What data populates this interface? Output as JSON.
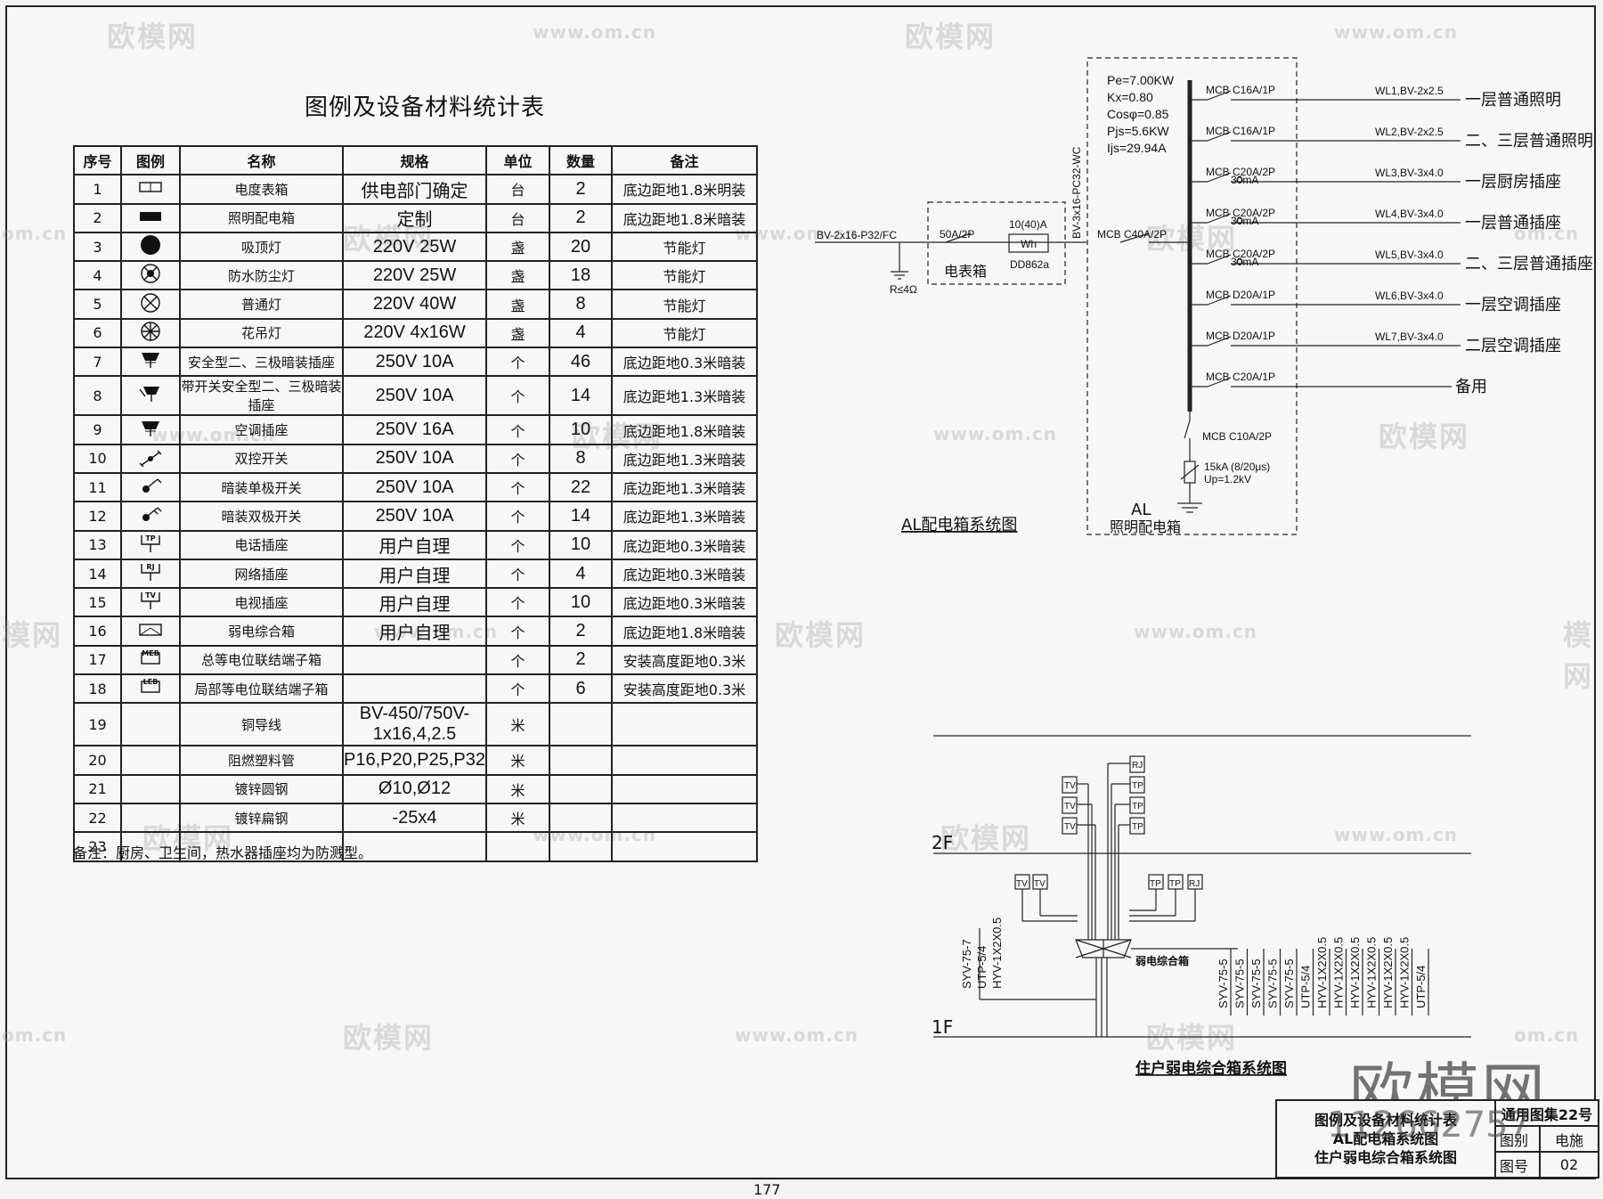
{
  "legend_table": {
    "title": "图例及设备材料统计表",
    "headers": [
      "序号",
      "图例",
      "名称",
      "规格",
      "单位",
      "数量",
      "备注"
    ],
    "rows": [
      {
        "no": "1",
        "icon": "meter-box-icon",
        "name": "电度表箱",
        "spec": "供电部门确定",
        "unit": "台",
        "qty": "2",
        "remark": "底边距地1.8米明装"
      },
      {
        "no": "2",
        "icon": "lighting-distribution-box-icon",
        "name": "照明配电箱",
        "spec": "定制",
        "unit": "台",
        "qty": "2",
        "remark": "底边距地1.8米暗装"
      },
      {
        "no": "3",
        "icon": "ceiling-lamp-icon",
        "name": "吸顶灯",
        "spec": "220V 25W",
        "unit": "盏",
        "qty": "20",
        "remark": "节能灯"
      },
      {
        "no": "4",
        "icon": "waterproof-lamp-icon",
        "name": "防水防尘灯",
        "spec": "220V 25W",
        "unit": "盏",
        "qty": "18",
        "remark": "节能灯"
      },
      {
        "no": "5",
        "icon": "ordinary-lamp-icon",
        "name": "普通灯",
        "spec": "220V 40W",
        "unit": "盏",
        "qty": "8",
        "remark": "节能灯"
      },
      {
        "no": "6",
        "icon": "chandelier-icon",
        "name": "花吊灯",
        "spec": "220V 4x16W",
        "unit": "盏",
        "qty": "4",
        "remark": "节能灯"
      },
      {
        "no": "7",
        "icon": "socket-icon",
        "name": "安全型二、三极暗装插座",
        "spec": "250V 10A",
        "unit": "个",
        "qty": "46",
        "remark": "底边距地0.3米暗装"
      },
      {
        "no": "8",
        "icon": "switched-socket-icon",
        "name": "带开关安全型二、三极暗装插座",
        "spec": "250V 10A",
        "unit": "个",
        "qty": "14",
        "remark": "底边距地1.3米暗装"
      },
      {
        "no": "9",
        "icon": "ac-socket-icon",
        "name": "空调插座",
        "spec": "250V 16A",
        "unit": "个",
        "qty": "10",
        "remark": "底边距地1.8米暗装"
      },
      {
        "no": "10",
        "icon": "two-way-switch-icon",
        "name": "双控开关",
        "spec": "250V 10A",
        "unit": "个",
        "qty": "8",
        "remark": "底边距地1.3米暗装"
      },
      {
        "no": "11",
        "icon": "single-switch-icon",
        "name": "暗装单极开关",
        "spec": "250V 10A",
        "unit": "个",
        "qty": "22",
        "remark": "底边距地1.3米暗装"
      },
      {
        "no": "12",
        "icon": "double-switch-icon",
        "name": "暗装双极开关",
        "spec": "250V 10A",
        "unit": "个",
        "qty": "14",
        "remark": "底边距地1.3米暗装"
      },
      {
        "no": "13",
        "icon": "phone-socket-icon",
        "icon_text": "TP",
        "name": "电话插座",
        "spec": "用户自理",
        "unit": "个",
        "qty": "10",
        "remark": "底边距地0.3米暗装"
      },
      {
        "no": "14",
        "icon": "network-socket-icon",
        "icon_text": "RJ",
        "name": "网络插座",
        "spec": "用户自理",
        "unit": "个",
        "qty": "4",
        "remark": "底边距地0.3米暗装"
      },
      {
        "no": "15",
        "icon": "tv-socket-icon",
        "icon_text": "TV",
        "name": "电视插座",
        "spec": "用户自理",
        "unit": "个",
        "qty": "10",
        "remark": "底边距地0.3米暗装"
      },
      {
        "no": "16",
        "icon": "weak-current-box-icon",
        "name": "弱电综合箱",
        "spec": "用户自理",
        "unit": "个",
        "qty": "2",
        "remark": "底边距地1.8米暗装"
      },
      {
        "no": "17",
        "icon": "meb-terminal-box-icon",
        "icon_text": "MEB",
        "name": "总等电位联结端子箱",
        "spec": "",
        "unit": "个",
        "qty": "2",
        "remark": "安装高度距地0.3米"
      },
      {
        "no": "18",
        "icon": "leb-terminal-box-icon",
        "icon_text": "LEB",
        "name": "局部等电位联结端子箱",
        "spec": "",
        "unit": "个",
        "qty": "6",
        "remark": "安装高度距地0.3米"
      },
      {
        "no": "19",
        "icon": "",
        "name": "铜导线",
        "spec": "BV-450/750V-1x16,4,2.5",
        "unit": "米",
        "qty": "",
        "remark": ""
      },
      {
        "no": "20",
        "icon": "",
        "name": "阻燃塑料管",
        "spec": "P16,P20,P25,P32",
        "unit": "米",
        "qty": "",
        "remark": ""
      },
      {
        "no": "21",
        "icon": "",
        "name": "镀锌圆钢",
        "spec": "Ø10,Ø12",
        "unit": "米",
        "qty": "",
        "remark": ""
      },
      {
        "no": "22",
        "icon": "",
        "name": "镀锌扁钢",
        "spec": "-25x4",
        "unit": "米",
        "qty": "",
        "remark": ""
      },
      {
        "no": "23",
        "icon": "",
        "name": "",
        "spec": "",
        "unit": "",
        "qty": "",
        "remark": ""
      }
    ],
    "note": "备注：厨房、卫生间，热水器插座均为防溅型。"
  },
  "al_diagram": {
    "title": "AL配电箱系统图",
    "incoming_cable": "BV-2x16-P32/FC",
    "ground": "R≤4Ω",
    "meter_breaker": "50A/2P",
    "meter_rating": "10(40)A",
    "meter_symbol": "Wh",
    "meter_model": "DD862a",
    "meter_box_label": "电表箱",
    "riser_cable": "BV-3x16-PC32-WC",
    "main_breaker": "MCB C40A/2P",
    "load_params": [
      "Pe=7.00KW",
      "Kx=0.80",
      "Cosφ=0.85",
      "Pjs=5.6KW",
      "Ijs=29.94A"
    ],
    "circuits": [
      {
        "breaker": "MCB C16A/1P",
        "rcd": "",
        "cable": "WL1,BV-2x2.5",
        "load": "一层普通照明"
      },
      {
        "breaker": "MCB C16A/1P",
        "rcd": "",
        "cable": "WL2,BV-2x2.5",
        "load": "二、三层普通照明"
      },
      {
        "breaker": "MCB C20A/2P",
        "rcd": "30mA",
        "cable": "WL3,BV-3x4.0",
        "load": "一层厨房插座"
      },
      {
        "breaker": "MCB C20A/2P",
        "rcd": "30mA",
        "cable": "WL4,BV-3x4.0",
        "load": "一层普通插座"
      },
      {
        "breaker": "MCB C20A/2P",
        "rcd": "30mA",
        "cable": "WL5,BV-3x4.0",
        "load": "二、三层普通插座"
      },
      {
        "breaker": "MCB D20A/1P",
        "rcd": "",
        "cable": "WL6,BV-3x4.0",
        "load": "一层空调插座"
      },
      {
        "breaker": "MCB D20A/1P",
        "rcd": "",
        "cable": "WL7,BV-3x4.0",
        "load": "二层空调插座"
      },
      {
        "breaker": "MCB C20A/1P",
        "rcd": "",
        "cable": "",
        "load": "备用"
      }
    ],
    "spd_breaker": "MCB C10A/2P",
    "spd_rating": [
      "15kA (8/20μs)",
      "Up=1.2kV"
    ],
    "box_label_top": "AL",
    "box_label": "照明配电箱"
  },
  "weak_diagram": {
    "title": "住户弱电综合箱系统图",
    "floor_2": "2F",
    "floor_1": "1F",
    "box_label": "弱电综合箱",
    "upper_outlets_left": [
      "TV",
      "TV",
      "TV"
    ],
    "upper_outlets_right": [
      "RJ",
      "TP",
      "TP",
      "TP"
    ],
    "lower_outlets_left": [
      "TV",
      "TV"
    ],
    "lower_outlets_right": [
      "TP",
      "TP",
      "RJ"
    ],
    "incoming_cables": [
      "SYV-75-7",
      "UTP-5/4",
      "HYV-1X2X0.5"
    ],
    "outgoing_cables": [
      "SYV-75-5",
      "SYV-75-5",
      "SYV-75-5",
      "SYV-75-5",
      "SYV-75-5",
      "UTP-5/4",
      "HYV-1X2X0.5",
      "HYV-1X2X0.5",
      "HYV-1X2X0.5",
      "HYV-1X2X0.5",
      "HYV-1X2X0.5",
      "HYV-1X2X0.5",
      "UTP-5/4"
    ]
  },
  "title_block": {
    "drawing_names": [
      "图例及设备材料统计表",
      "AL配电箱系统图",
      "住户弱电综合箱系统图"
    ],
    "set_name": "通用图集22号",
    "category_label": "图别",
    "category_value": "电施",
    "number_label": "图号",
    "number_value": "02"
  },
  "page_number": "177",
  "watermarks": {
    "brand": "欧模网",
    "url": "www.om.cn",
    "partial_url": "om.cn",
    "partial_brand": "模网",
    "big_brand": "欧模网",
    "big_id": "112662757"
  }
}
